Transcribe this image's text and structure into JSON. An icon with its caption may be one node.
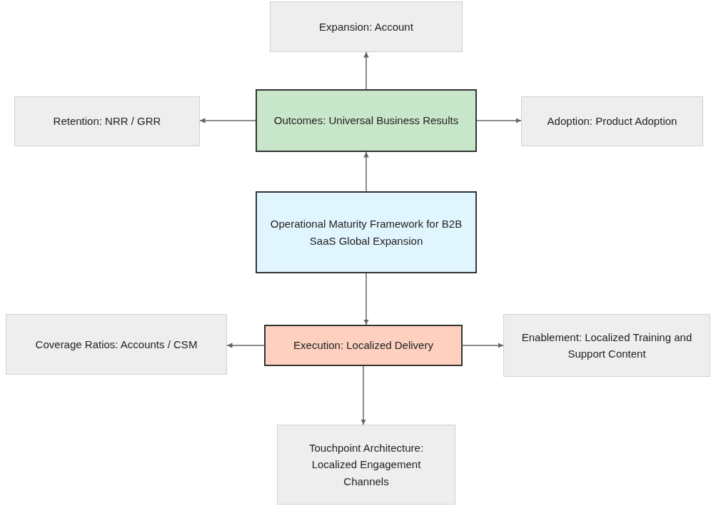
{
  "diagram": {
    "nodes": [
      {
        "text": [
          "Expansion: Account"
        ]
      },
      {
        "text": [
          "Retention: NRR / GRR"
        ]
      },
      {
        "text": [
          "Outcomes: Universal Business Results"
        ]
      },
      {
        "text": [
          "Adoption: Product Adoption"
        ]
      },
      {
        "text": [
          "Operational Maturity Framework for B2B SaaS Global Expansion"
        ]
      },
      {
        "text": [
          "Coverage Ratios: Accounts / CSM"
        ]
      },
      {
        "text": [
          "Execution: Localized Delivery"
        ]
      },
      {
        "text": [
          "Enablement: Localized Training and Support Content"
        ]
      },
      {
        "text": [
          "Touchpoint Architecture: Localized Engagement Channels"
        ]
      }
    ],
    "edges": [
      {
        "from": 2,
        "to": 0,
        "arrow": "to"
      },
      {
        "from": 2,
        "to": 1,
        "arrow": "to"
      },
      {
        "from": 2,
        "to": 3,
        "arrow": "to"
      },
      {
        "from": 4,
        "to": 2,
        "arrow": "to"
      },
      {
        "from": 4,
        "to": 6,
        "arrow": "to"
      },
      {
        "from": 6,
        "to": 5,
        "arrow": "to"
      },
      {
        "from": 6,
        "to": 7,
        "arrow": "to"
      },
      {
        "from": 6,
        "to": 8,
        "arrow": "to"
      }
    ]
  }
}
